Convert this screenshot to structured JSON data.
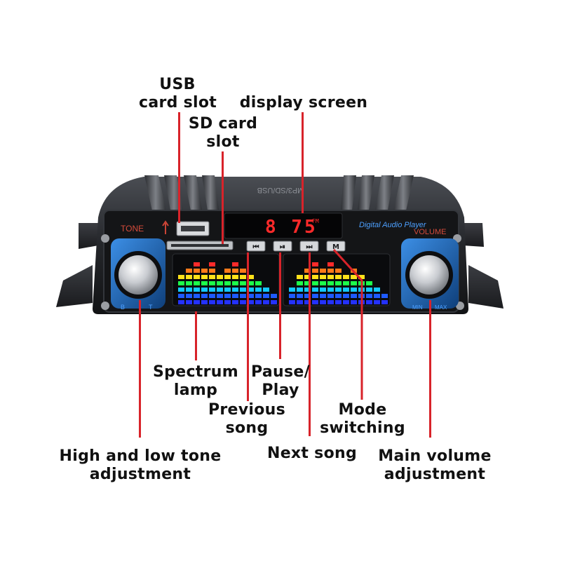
{
  "device": {
    "display_readout": "8 75",
    "display_suffix": "FM",
    "brand_text": "Digital Audio Player",
    "top_label_text": "MP3/SD/USB",
    "tone_label": "TONE",
    "volume_label": "VOLUME",
    "tone_knob_marks": {
      "left": "B",
      "right": "T"
    },
    "volume_knob_marks": {
      "left": "MIN",
      "right": "MAX"
    },
    "buttons": [
      {
        "id": "previous",
        "icon": "previous-track-icon",
        "glyph": "⏮"
      },
      {
        "id": "pause-play",
        "icon": "play-pause-icon",
        "glyph": "⏯"
      },
      {
        "id": "next",
        "icon": "next-track-icon",
        "glyph": "⏭"
      },
      {
        "id": "mode",
        "icon": "mode-icon",
        "glyph": "M"
      }
    ]
  },
  "callouts": {
    "usb": [
      "USB",
      "card slot"
    ],
    "display": [
      "display screen"
    ],
    "sd": [
      "SD card",
      "slot"
    ],
    "spectrum": [
      "Spectrum",
      "lamp"
    ],
    "pause_play": [
      "Pause/",
      "Play"
    ],
    "previous": [
      "Previous",
      "song"
    ],
    "mode": [
      "Mode",
      "switching"
    ],
    "next": [
      "Next song"
    ],
    "tone": [
      "High and low tone",
      "adjustment"
    ],
    "volume": [
      "Main volume",
      "adjustment"
    ]
  },
  "colors": {
    "leader": "#d8232a",
    "body": "#1d1f23",
    "ring": "#1f6fc4",
    "lcd_digits": "#ff2a2a"
  }
}
